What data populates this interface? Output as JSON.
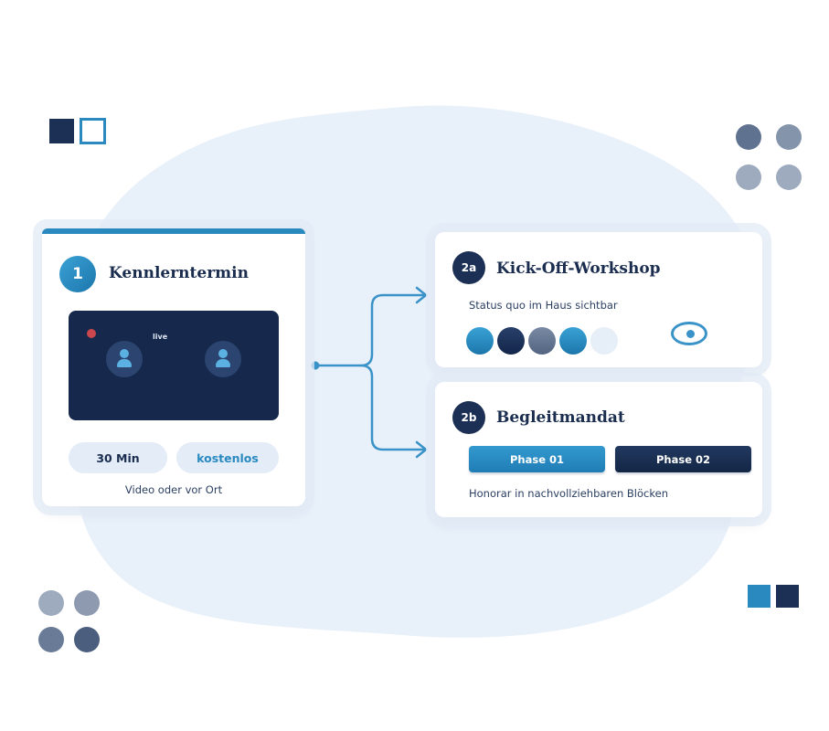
{
  "colors": {
    "navy": "#1c3056",
    "accent_blue": "#2a8ac0",
    "blob": "#e8f0fa",
    "light_pill": "#e3ecf7"
  },
  "step1": {
    "number": "1",
    "title": "Kennlerntermin",
    "video_status": "live",
    "duration": "30 Min",
    "price": "kostenlos",
    "mode": "Video oder vor Ort"
  },
  "step2a": {
    "number": "2a",
    "title": "Kick-Off-Workshop",
    "subtitle": "Status quo im Haus sichtbar",
    "icon": "eye-icon"
  },
  "step2b": {
    "number": "2b",
    "title": "Begleitmandat",
    "phase1": "Phase 01",
    "phase2": "Phase 02",
    "note": "Honorar in nachvollziehbaren Blöcken"
  }
}
